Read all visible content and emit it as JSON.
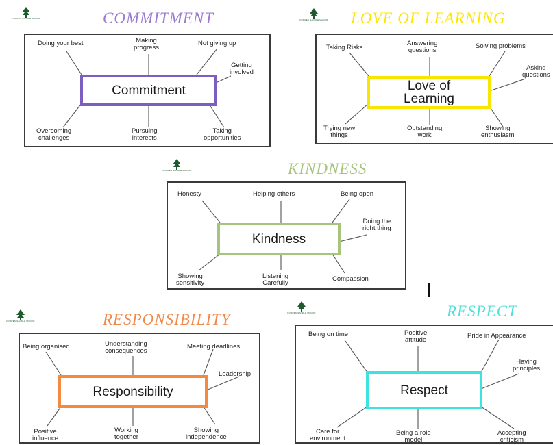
{
  "school_tagline": "FORRES SANDLE MANOR",
  "panels": [
    {
      "heading": "COMMITMENT",
      "color": "#9a7bd0",
      "border": "#7b5ec0",
      "center": "Commitment",
      "labels": [
        "Doing your best",
        "Making\nprogress",
        "Not giving up",
        "Getting\ninvolved",
        "Overcoming\nchallenges",
        "Pursuing\ninterests",
        "Taking\nopportunities"
      ]
    },
    {
      "heading": "LOVE OF LEARNING",
      "color": "#ffe600",
      "border": "#f7e600",
      "center": "Love of\nLearning",
      "labels": [
        "Taking Risks",
        "Answering\nquestions",
        "Solving problems",
        "Asking\nquestions",
        "Trying new\nthings",
        "Outstanding\nwork",
        "Showing\nenthusiasm"
      ]
    },
    {
      "heading": "KINDNESS",
      "color": "#a6c47c",
      "border": "#a6c47c",
      "center": "Kindness",
      "labels": [
        "Honesty",
        "Helping others",
        "Being open",
        "Doing the\nright thing",
        "Showing\nsensitivity",
        "Listening\nCarefully",
        "Compassion"
      ]
    },
    {
      "heading": "RESPONSIBILITY",
      "color": "#f08a4b",
      "border": "#f48a40",
      "center": "Responsibility",
      "labels": [
        "Being organised",
        "Understanding\nconsequences",
        "Meeting deadlines",
        "Leadership",
        "Positive\ninfluence",
        "Working\ntogether",
        "Showing\nindependence"
      ]
    },
    {
      "heading": "RESPECT",
      "color": "#4fe0dc",
      "border": "#3ee3df",
      "center": "Respect",
      "labels": [
        "Being on time",
        "Positive\nattitude",
        "Pride in Appearance",
        "Having\nprinciples",
        "Care for\nenvironment",
        "Being a role\nmodel",
        "Accepting\ncriticism"
      ]
    }
  ]
}
